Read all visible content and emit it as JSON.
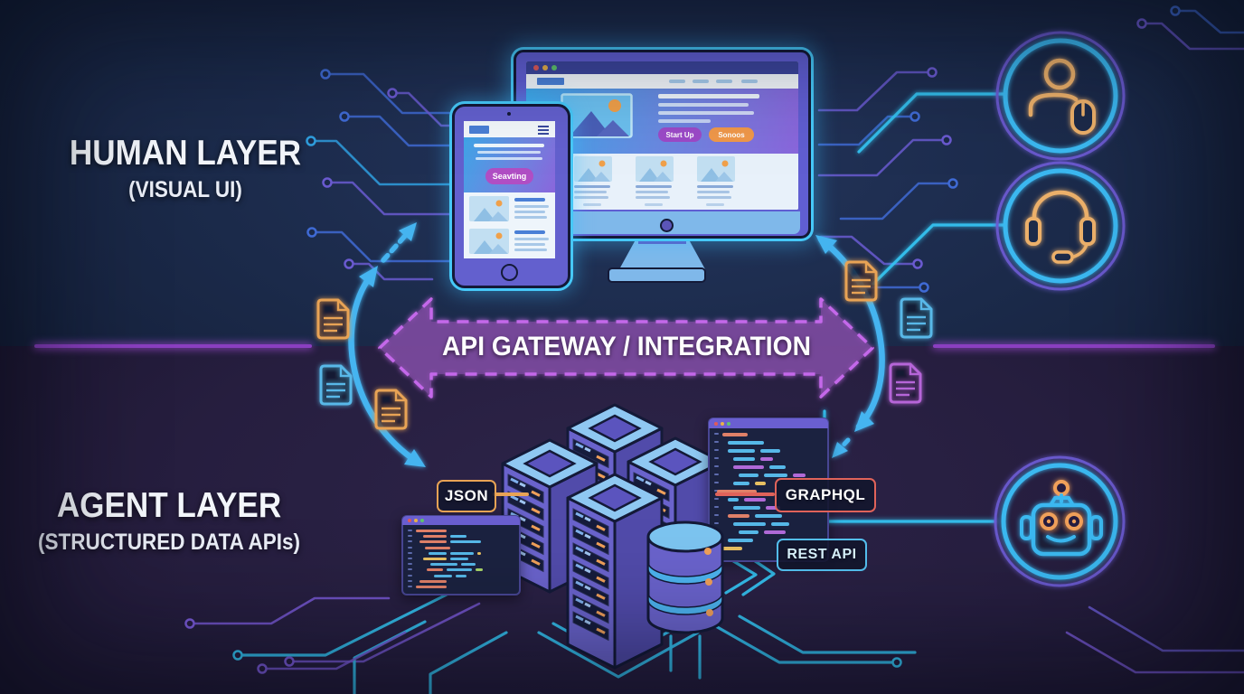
{
  "layers": {
    "human": {
      "title": "HUMAN LAYER",
      "subtitle": "(VISUAL UI)"
    },
    "agent": {
      "title": "AGENT LAYER",
      "subtitle": "(STRUCTURED DATA APIs)"
    }
  },
  "gateway": {
    "label": "API GATEWAY / INTEGRATION"
  },
  "monitor_screen": {
    "buttons": [
      {
        "label": "Start Up"
      },
      {
        "label": "Sonoos"
      }
    ]
  },
  "tablet_screen": {
    "button_label": "Seavting"
  },
  "api_labels": {
    "json": "JSON",
    "graphql": "GRAPHQL",
    "rest_api": "REST API"
  },
  "icons": {
    "right_top": "user-with-mouse",
    "right_middle": "headset",
    "right_bottom": "robot",
    "flow_docs": "document",
    "top_center": "monitor-and-tablet-ui",
    "bottom_center": "server-cluster-database-code"
  },
  "colors": {
    "bg_top": "#1b2a4a",
    "bg_bottom": "#261e3f",
    "divider": "#8a3fc0",
    "accent_cyan": "#3ec4f5",
    "arrow_fill": "#7b4a9e",
    "arrow_dash": "#c468ea",
    "doc_orange": "#e8a355",
    "doc_blue": "#58b8e8",
    "doc_purple": "#b665d8",
    "label_json_border": "#e8a355",
    "label_graphql_border": "#e0635a",
    "label_rest_border": "#54c0f0",
    "icon_orange": "#ecb06a"
  }
}
